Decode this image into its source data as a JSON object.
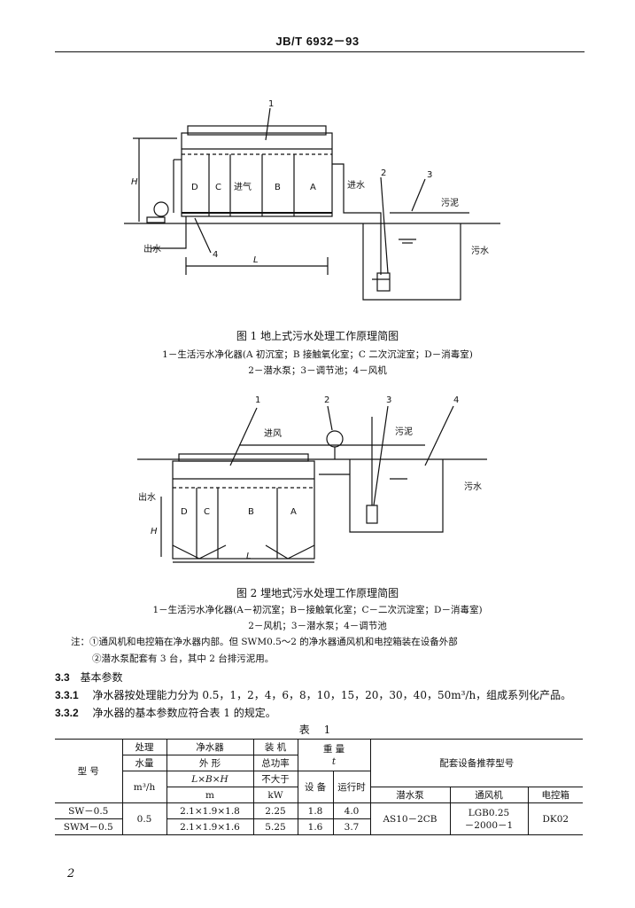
{
  "header": {
    "std_code": "JB/T 6932－93"
  },
  "figure1": {
    "callouts": {
      "c1": "1",
      "c2": "2",
      "c3": "3",
      "c4": "4"
    },
    "chambers": {
      "d": "D",
      "c": "C",
      "air": "进气",
      "b": "B",
      "a": "A"
    },
    "labels": {
      "h": "H",
      "l": "L",
      "inlet": "进水",
      "sludge": "污泥",
      "outlet": "出水",
      "sewage": "污水"
    },
    "caption": "图 1   地上式污水处理工作原理简图",
    "legend1": "1－生活污水净化器(A  初沉室；B  接触氧化室；C  二次沉淀室；D－消毒室)",
    "legend2": "2－潜水泵；3－调节池；4－风机"
  },
  "figure2": {
    "callouts": {
      "c1": "1",
      "c2": "2",
      "c3": "3",
      "c4": "4"
    },
    "chambers": {
      "d": "D",
      "c": "C",
      "b": "B",
      "a": "A"
    },
    "labels": {
      "h": "H",
      "l": "L",
      "air_in": "进风",
      "outlet": "出水",
      "sludge": "污泥",
      "sewage": "污水"
    },
    "caption": "图 2   埋地式污水处理工作原理简图",
    "legend1": "1－生活污水净化器(A－初沉室；B－接触氧化室；C－二次沉淀室；D－消毒室)",
    "legend2": "2－风机；3－潜水泵；4－调节池"
  },
  "notes": {
    "note1": "注：①通风机和电控箱在净水器内部。但 SWM0.5～2 的净水器通风机和电控箱装在设备外部",
    "note2": "②潜水泵配套有 3 台，其中 2 台排污泥用。"
  },
  "sections": {
    "s33_num": "3.3",
    "s33_title": "基本参数",
    "s331_num": "3.3.1",
    "s331_text": "净水器按处理能力分为 0.5，1，2，4，6，8，10，15，20，30，40，50m³/h，组成系列化产品。",
    "s332_num": "3.3.2",
    "s332_text": "净水器的基本参数应符合表 1 的规定。"
  },
  "table": {
    "title": "表 1",
    "head": {
      "model": "型    号",
      "cap_1": "处理",
      "cap_2": "水量",
      "cap_3": "m³/h",
      "dim_1": "净水器",
      "dim_2": "外  形",
      "dim_3": "L×B×H",
      "dim_4": "m",
      "pow_1": "装  机",
      "pow_2": "总功率",
      "pow_3": "不大于",
      "pow_4": "kW",
      "weight": "重    量",
      "weight_unit": "t",
      "w_dev": "设  备",
      "w_run": "运行时",
      "equip": "配套设备推荐型号",
      "pump": "潜水泵",
      "fan": "通风机",
      "ctrl": "电控箱"
    },
    "rows": [
      {
        "model": "SW－0.5",
        "dim": "2.1×1.9×1.8",
        "power": "2.25",
        "w_dev": "1.8",
        "w_run": "4.0"
      },
      {
        "model": "SWM－0.5",
        "dim": "2.1×1.9×1.6",
        "power": "5.25",
        "w_dev": "1.6",
        "w_run": "3.7"
      }
    ],
    "shared": {
      "capacity": "0.5",
      "pump": "AS10－2CB",
      "fan_1": "LGB0.25",
      "fan_2": "－2000－1",
      "ctrl": "DK02"
    }
  },
  "page_number": "2"
}
